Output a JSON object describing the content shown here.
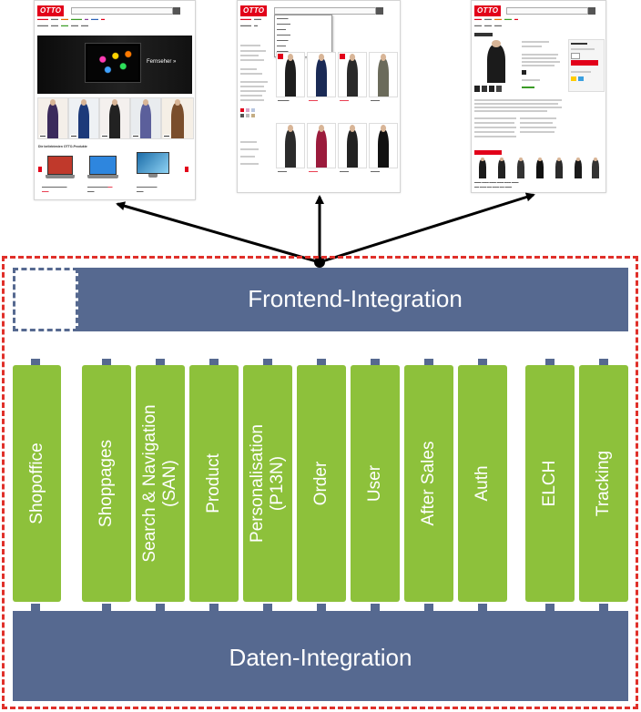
{
  "diagram": {
    "frontend_label": "Frontend-Integration",
    "data_label": "Daten-Integration",
    "verticals": [
      "Shopoffice",
      "Shoppages",
      "Search & Navigation (SAN)",
      "Product",
      "Personalisation (P13N)",
      "Order",
      "User",
      "After Sales",
      "Auth",
      "ELCH",
      "Tracking"
    ]
  },
  "screenshots": {
    "brand": "OTTO",
    "home_hero": "Fernseher »",
    "home_products_heading": "Die beliebtesten OTTO-Produkte"
  },
  "colors": {
    "bar": "#566990",
    "vertical": "#8dc13b",
    "frame": "#e0302a",
    "arrow": "#000000"
  }
}
